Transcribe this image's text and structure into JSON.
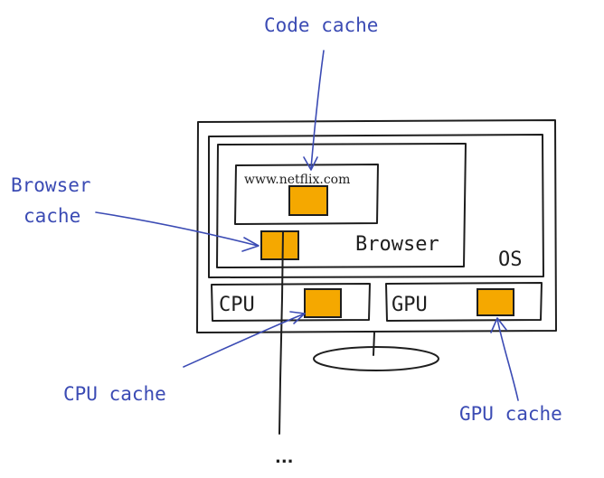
{
  "labels": {
    "code_cache": "Code cache",
    "browser_cache_line1": "Browser",
    "browser_cache_line2": "cache",
    "cpu_cache": "CPU cache",
    "gpu_cache": "GPU cache",
    "url": "www.netflix.com",
    "browser": "Browser",
    "os": "OS",
    "cpu": "CPU",
    "gpu": "GPU",
    "ellipsis": "..."
  },
  "colors": {
    "cache_block": "#f5a800",
    "annotation": "#3b4bb4",
    "sketch_line": "#1e1e1e"
  }
}
